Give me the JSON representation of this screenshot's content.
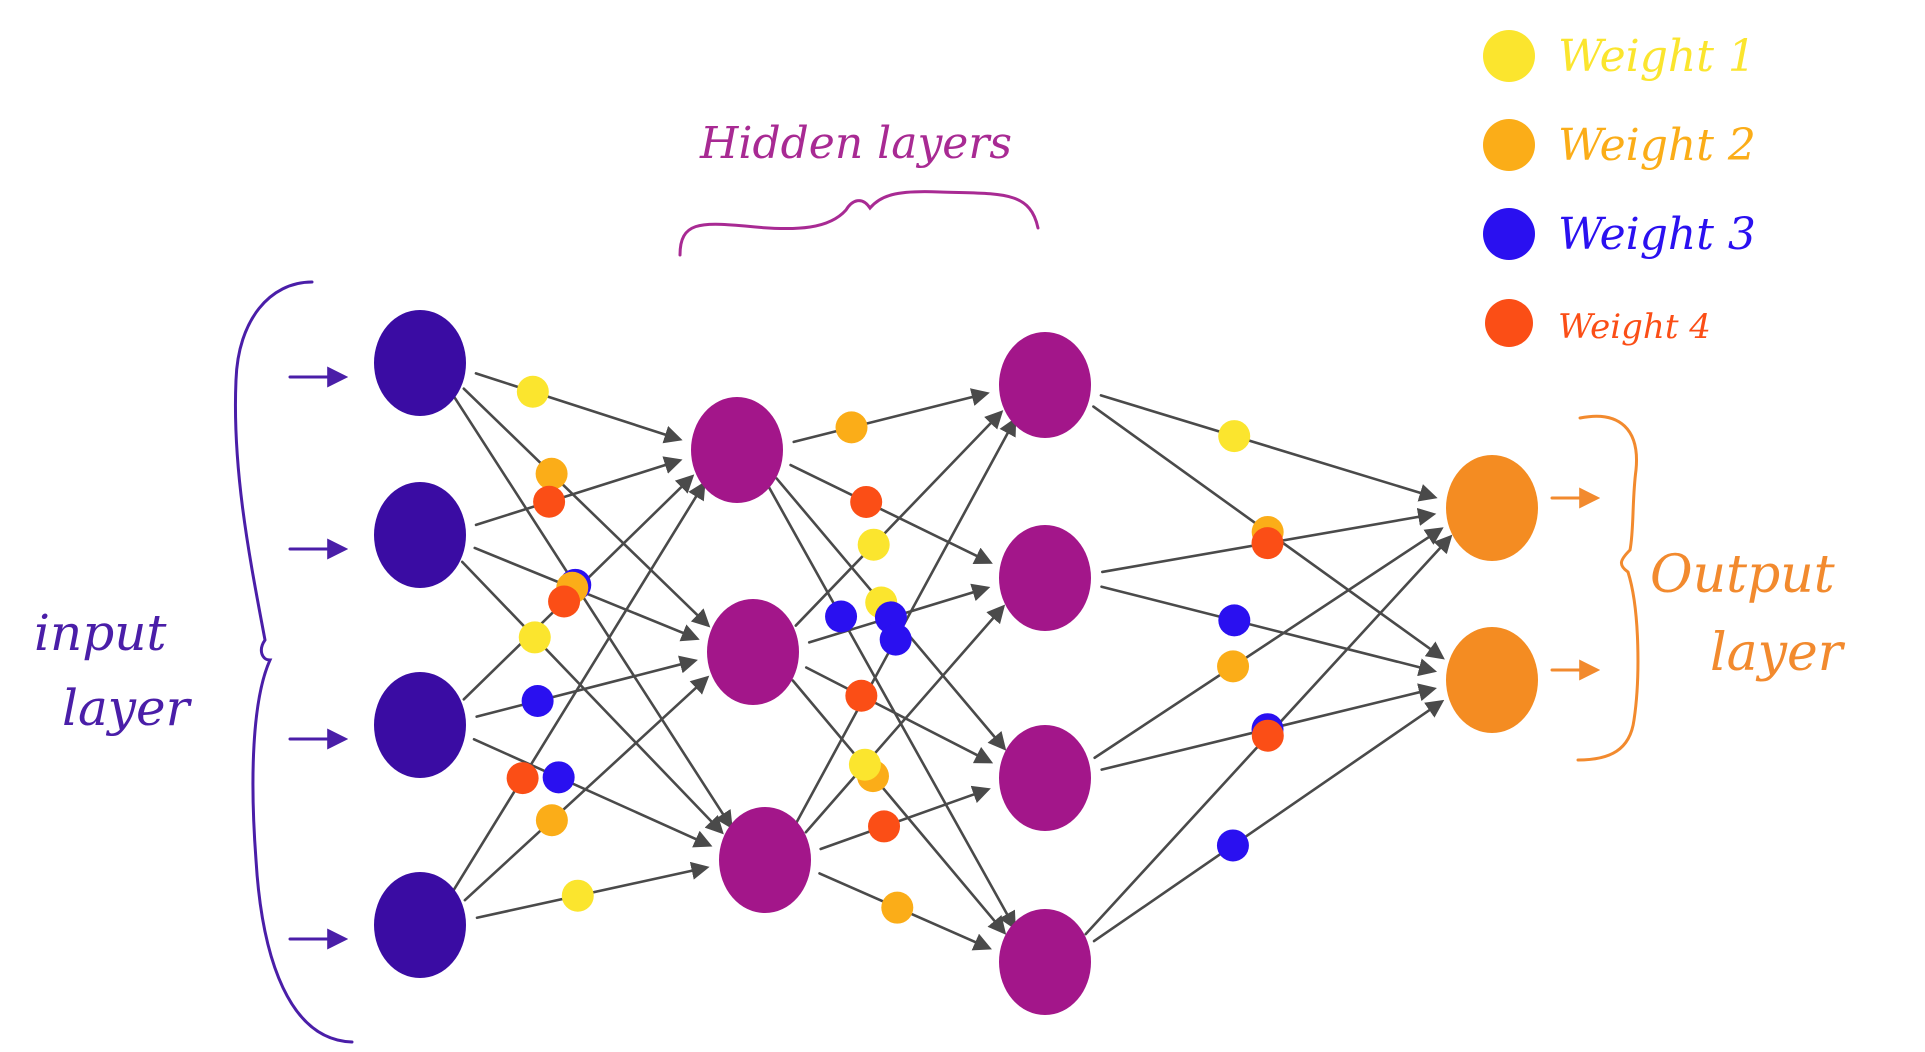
{
  "labels": {
    "hidden_line1": "Hidden layers",
    "input_line1": "input",
    "input_line2": "layer",
    "output_line1": "Output",
    "output_line2": "layer"
  },
  "legend": [
    {
      "label": "Weight 1",
      "color": "#fbe52e"
    },
    {
      "label": "Weight 2",
      "color": "#fbad18"
    },
    {
      "label": "Weight 3",
      "color": "#2a10f0"
    },
    {
      "label": "Weight 4",
      "color": "#fb4e16"
    }
  ],
  "colors": {
    "input_node": "#3a0ca3",
    "hidden_node": "#a3168a",
    "output_node": "#f48c22",
    "input_brace": "#4a1ea8",
    "hidden_brace": "#a82a93",
    "output_brace": "#f28a2e",
    "edge": "#4a4a4a"
  },
  "layers": {
    "input": 4,
    "hidden1": 3,
    "hidden2": 4,
    "output": 2
  }
}
